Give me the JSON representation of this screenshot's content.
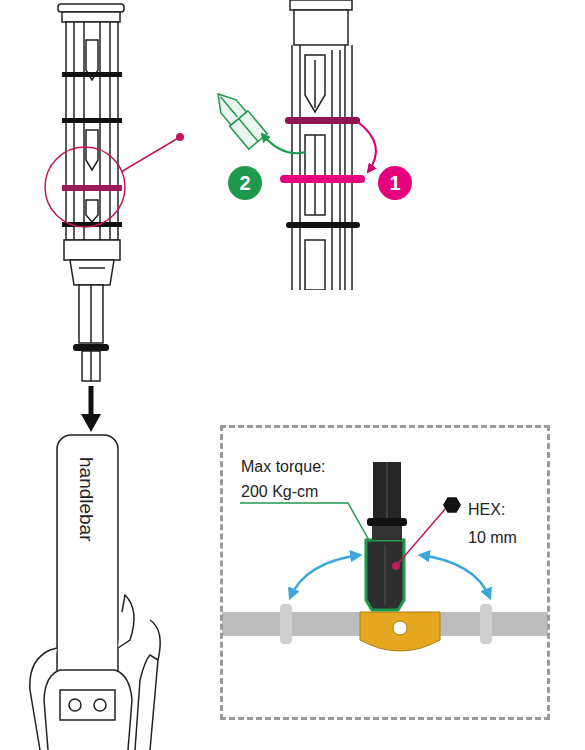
{
  "diagram": {
    "nodes": [
      {
        "text": [
          "2"
        ]
      },
      {
        "text": [
          "1"
        ]
      },
      {
        "text": [
          "handlebar"
        ]
      },
      {
        "text": [
          "Max torque: 200 Kg-cm",
          "HEX: 10 mm"
        ]
      }
    ]
  }
}
